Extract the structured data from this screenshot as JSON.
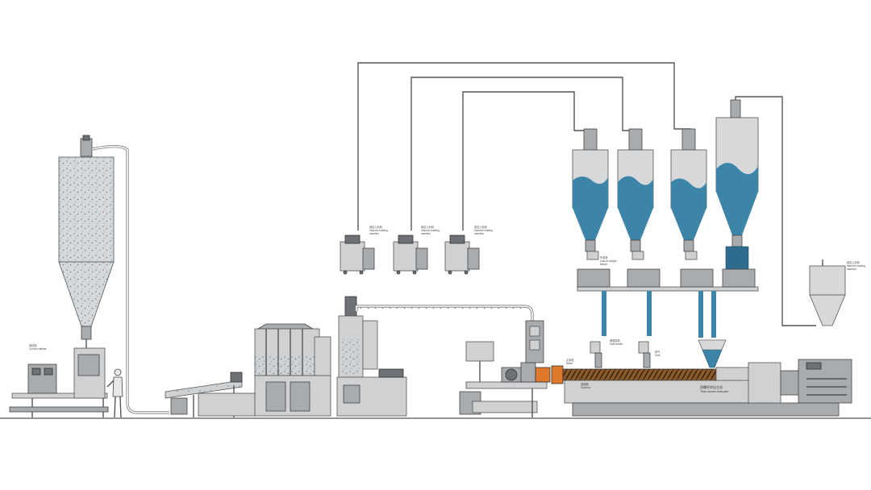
{
  "colors": {
    "material_blue": "#3d85a8",
    "metal_grey": "#cfd1d3",
    "dark_grey": "#6e7276",
    "orange": "#e0782a",
    "line": "#555555",
    "pellets": "#7d9db1"
  },
  "labels": {
    "vacuum_loader_1": [
      "真空上料机",
      "Vacuum loading",
      "machine"
    ],
    "vacuum_loader_2": [
      "真空上料机",
      "Vacuum loading",
      "machine"
    ],
    "vacuum_loader_3": [
      "真空上料机",
      "Vacuum loading",
      "machine"
    ],
    "vacuum_loader_4": [
      "真空上料机",
      "Vacuum loading",
      "machine"
    ],
    "feeder_1": [
      "失重秤",
      "Loss-in-weight",
      "feeder"
    ],
    "side_feeder": [
      "侧喂料机",
      "Side feeder"
    ],
    "side_feeder_small": [
      "排气",
      "Vent"
    ],
    "main_motor": [
      "主电机",
      "Motor"
    ],
    "extruder": [
      "双螺杆挤出主机",
      "Twin screw extruder"
    ],
    "gearbox": [
      "减速箱",
      "Gearbox"
    ],
    "cabinet": [
      "电控柜",
      "Control cabinet"
    ]
  }
}
